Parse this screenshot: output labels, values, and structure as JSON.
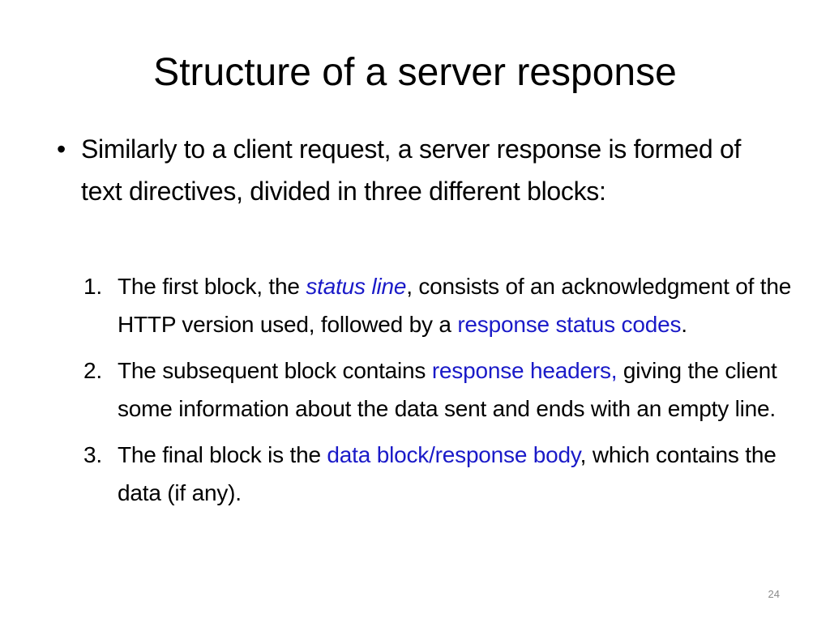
{
  "slide": {
    "title": "Structure of a server response",
    "bullet": {
      "marker": "•",
      "text": "Similarly to a client request, a server response is formed of text directives, divided in three different blocks:"
    },
    "items": [
      {
        "number": "1.",
        "t1": "The first block, the ",
        "h1": "status line",
        "t2": ", consists of an acknowledgment of the HTTP version used, followed by a ",
        "h2": "response status codes",
        "t3": "."
      },
      {
        "number": "2.",
        "t1": "The subsequent block contains ",
        "h1": "response headers,",
        "t2": " giving the client some information about the data sent  and ends with an empty line."
      },
      {
        "number": "3.",
        "t1": "The final block is the ",
        "h1": "data block/response body",
        "t2": ", which contains the data (if any)."
      }
    ],
    "page_number": "24"
  }
}
